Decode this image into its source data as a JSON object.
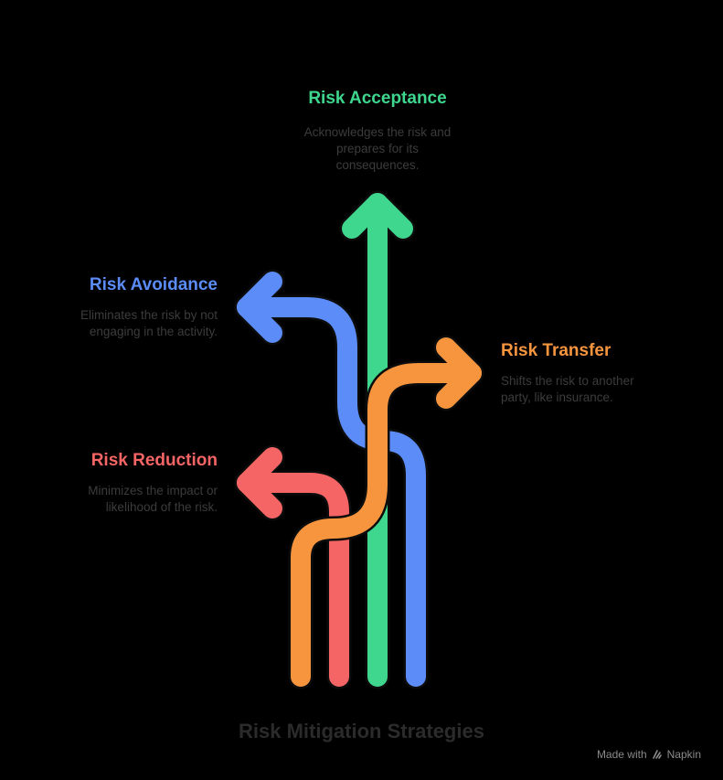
{
  "diagram": {
    "footer_title": "Risk Mitigation Strategies",
    "brand": {
      "made_with": "Made with",
      "name": "Napkin"
    },
    "strategies": [
      {
        "id": "acceptance",
        "title": "Risk Acceptance",
        "description": "Acknowledges the risk and prepares for its consequences.",
        "color": "#3fd68e"
      },
      {
        "id": "avoidance",
        "title": "Risk Avoidance",
        "description": "Eliminates the risk by not engaging in the activity.",
        "color": "#5b8cf7"
      },
      {
        "id": "transfer",
        "title": "Risk Transfer",
        "description": "Shifts the risk to another party, like insurance.",
        "color": "#f7953f"
      },
      {
        "id": "reduction",
        "title": "Risk Reduction",
        "description": "Minimizes the impact or likelihood of the risk.",
        "color": "#f56565"
      }
    ]
  }
}
